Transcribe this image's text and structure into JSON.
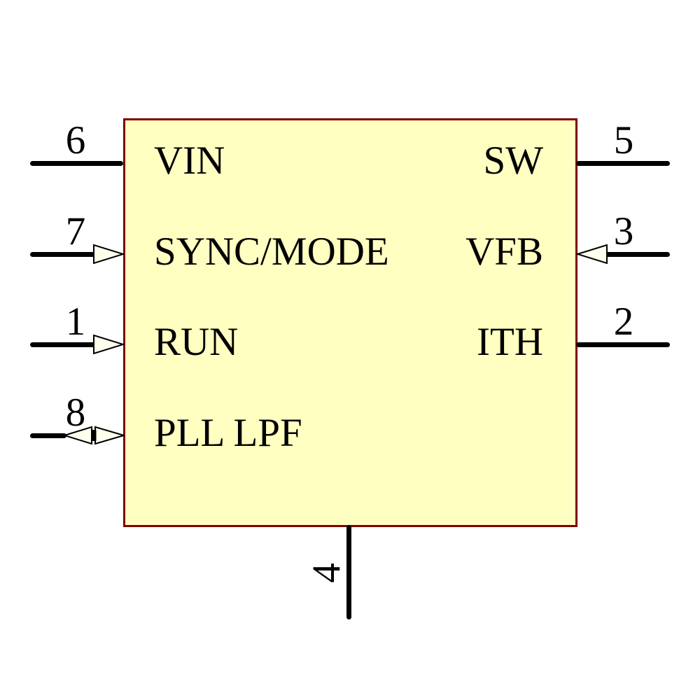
{
  "symbol": {
    "kind": "ic-schematic-symbol",
    "left_pins": [
      {
        "number": "6",
        "name": "VIN",
        "direction": "plain"
      },
      {
        "number": "7",
        "name": "SYNC/MODE",
        "direction": "input"
      },
      {
        "number": "1",
        "name": "RUN",
        "direction": "input"
      },
      {
        "number": "8",
        "name": "PLL LPF",
        "direction": "bidirectional"
      }
    ],
    "right_pins": [
      {
        "number": "5",
        "name": "SW",
        "direction": "plain"
      },
      {
        "number": "3",
        "name": "VFB",
        "direction": "input"
      },
      {
        "number": "2",
        "name": "ITH",
        "direction": "plain"
      }
    ],
    "bottom_pins": [
      {
        "number": "4",
        "direction": "plain"
      }
    ],
    "colors": {
      "background": "#FFFFFF",
      "body_fill": "#FFFFC2",
      "body_border": "#7F0000",
      "pin": "#000000",
      "arrow_fill": "#FFFFEE",
      "text": "#000000"
    }
  }
}
